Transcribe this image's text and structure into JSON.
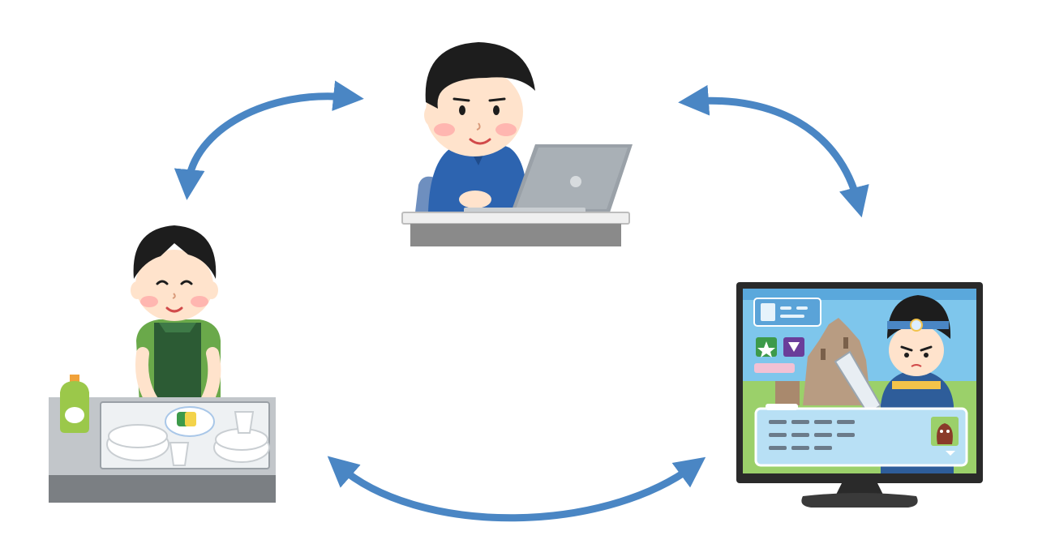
{
  "diagram": {
    "type": "cycle",
    "nodes": [
      {
        "id": "computer-work",
        "icon": "person-using-laptop-icon"
      },
      {
        "id": "tv-game",
        "icon": "tv-showing-rpg-game-icon"
      },
      {
        "id": "washing-dishes",
        "icon": "person-washing-dishes-icon"
      }
    ],
    "edges": [
      {
        "from": "computer-work",
        "to": "tv-game",
        "direction": "both"
      },
      {
        "from": "tv-game",
        "to": "washing-dishes",
        "direction": "both"
      },
      {
        "from": "washing-dishes",
        "to": "computer-work",
        "direction": "both"
      }
    ]
  },
  "colors": {
    "arrow": "#4a86c4",
    "skin": "#ffe3cc",
    "hair": "#1d1d1d",
    "shirt_blue": "#2d64b0",
    "shirt_green": "#6aa94a",
    "apron": "#2c5b34",
    "laptop": "#9aa1a8",
    "desk": "#8a8a8a",
    "sink": "#c2c6ca",
    "detergent": "#9bc84a",
    "tv_frame": "#2a2a2a",
    "sky": "#7ec6ec",
    "grass": "#9bd06a",
    "castle": "#b89c82",
    "hero_blue": "#2e5d9a",
    "dialog": "#b8e0f5"
  }
}
